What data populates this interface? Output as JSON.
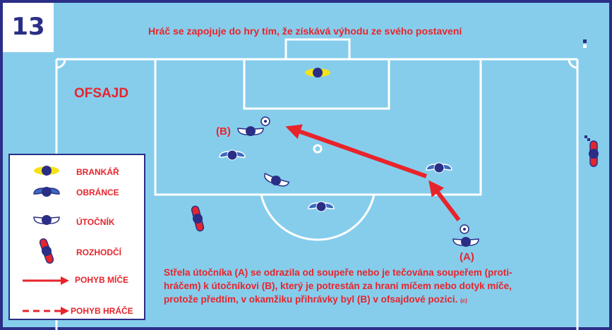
{
  "page_number": "13",
  "title": "Hráč se zapojuje do hry tím, že získává výhodu ze svého postavení",
  "heading": "OFSAJD",
  "player_labels": {
    "b": "(B)",
    "a": "(A)"
  },
  "legend": {
    "goalkeeper": "BRANKÁŘ",
    "defender": "OBRÁNCE",
    "attacker": "ÚTOČNÍK",
    "referee": "ROZHODČÍ",
    "ball_movement": "POHYB MÍČE",
    "player_movement": "POHYB HRÁČE"
  },
  "description": {
    "line1": "Střela útočníka (A) se odrazila od soupeře nebo je tečována soupeřem (proti-",
    "line2": "hráčem) k útočníkovi (B), který je potrestán za hraní míčem nebo dotyk míče,",
    "line3": "protože předtím, v okamžiku přihrávky byl (B) v ofsajdové pozici.",
    "note": "(c)"
  },
  "colors": {
    "pitch": "#86cdec",
    "lines": "#ffffff",
    "text_red": "#e8242b",
    "navy": "#2a2e86",
    "goalkeeper_yellow": "#f5e218",
    "defender_blue": "#3a6bc0"
  }
}
